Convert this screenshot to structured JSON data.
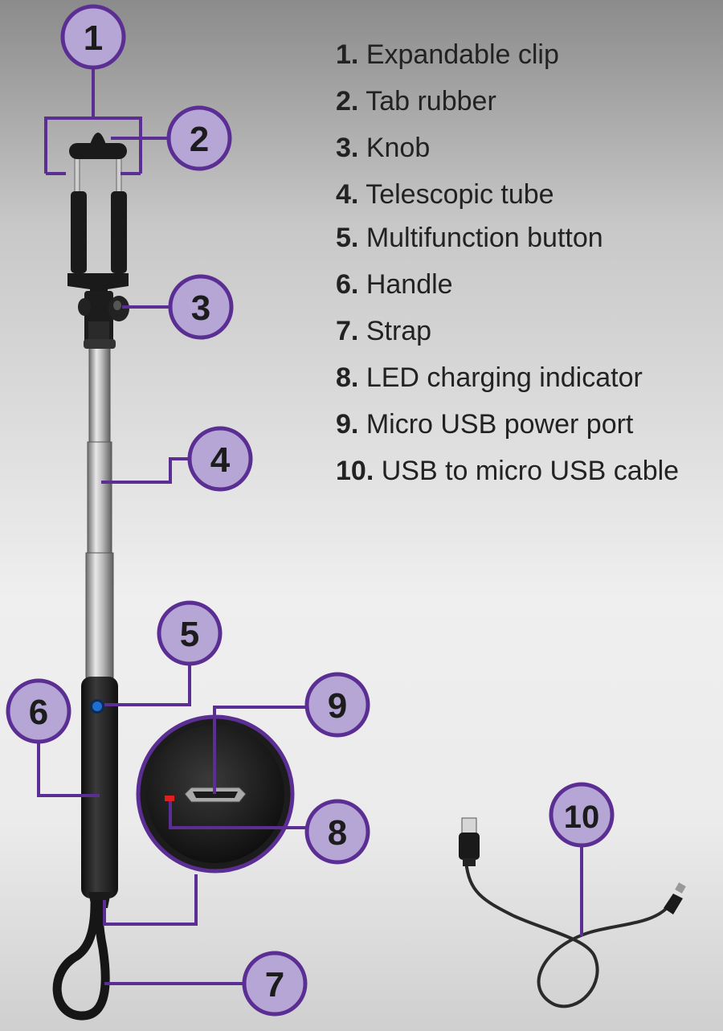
{
  "callouts": [
    {
      "num": "1",
      "text": "Expandable clip"
    },
    {
      "num": "2",
      "text": "Tab rubber"
    },
    {
      "num": "3",
      "text": "Knob"
    },
    {
      "num": "4",
      "text": "Telescopic tube"
    },
    {
      "num": "5",
      "text": "Multifunction button"
    },
    {
      "num": "6",
      "text": "Handle"
    },
    {
      "num": "7",
      "text": "Strap"
    },
    {
      "num": "8",
      "text": "LED charging indicator"
    },
    {
      "num": "9",
      "text": "Micro USB power port"
    },
    {
      "num": "10",
      "text": "USB to micro USB cable"
    }
  ],
  "colors": {
    "callout_stroke": "#5b2e93",
    "callout_fill": "#b5a6d6",
    "led": "#e02020",
    "button": "#1f6fd1"
  }
}
